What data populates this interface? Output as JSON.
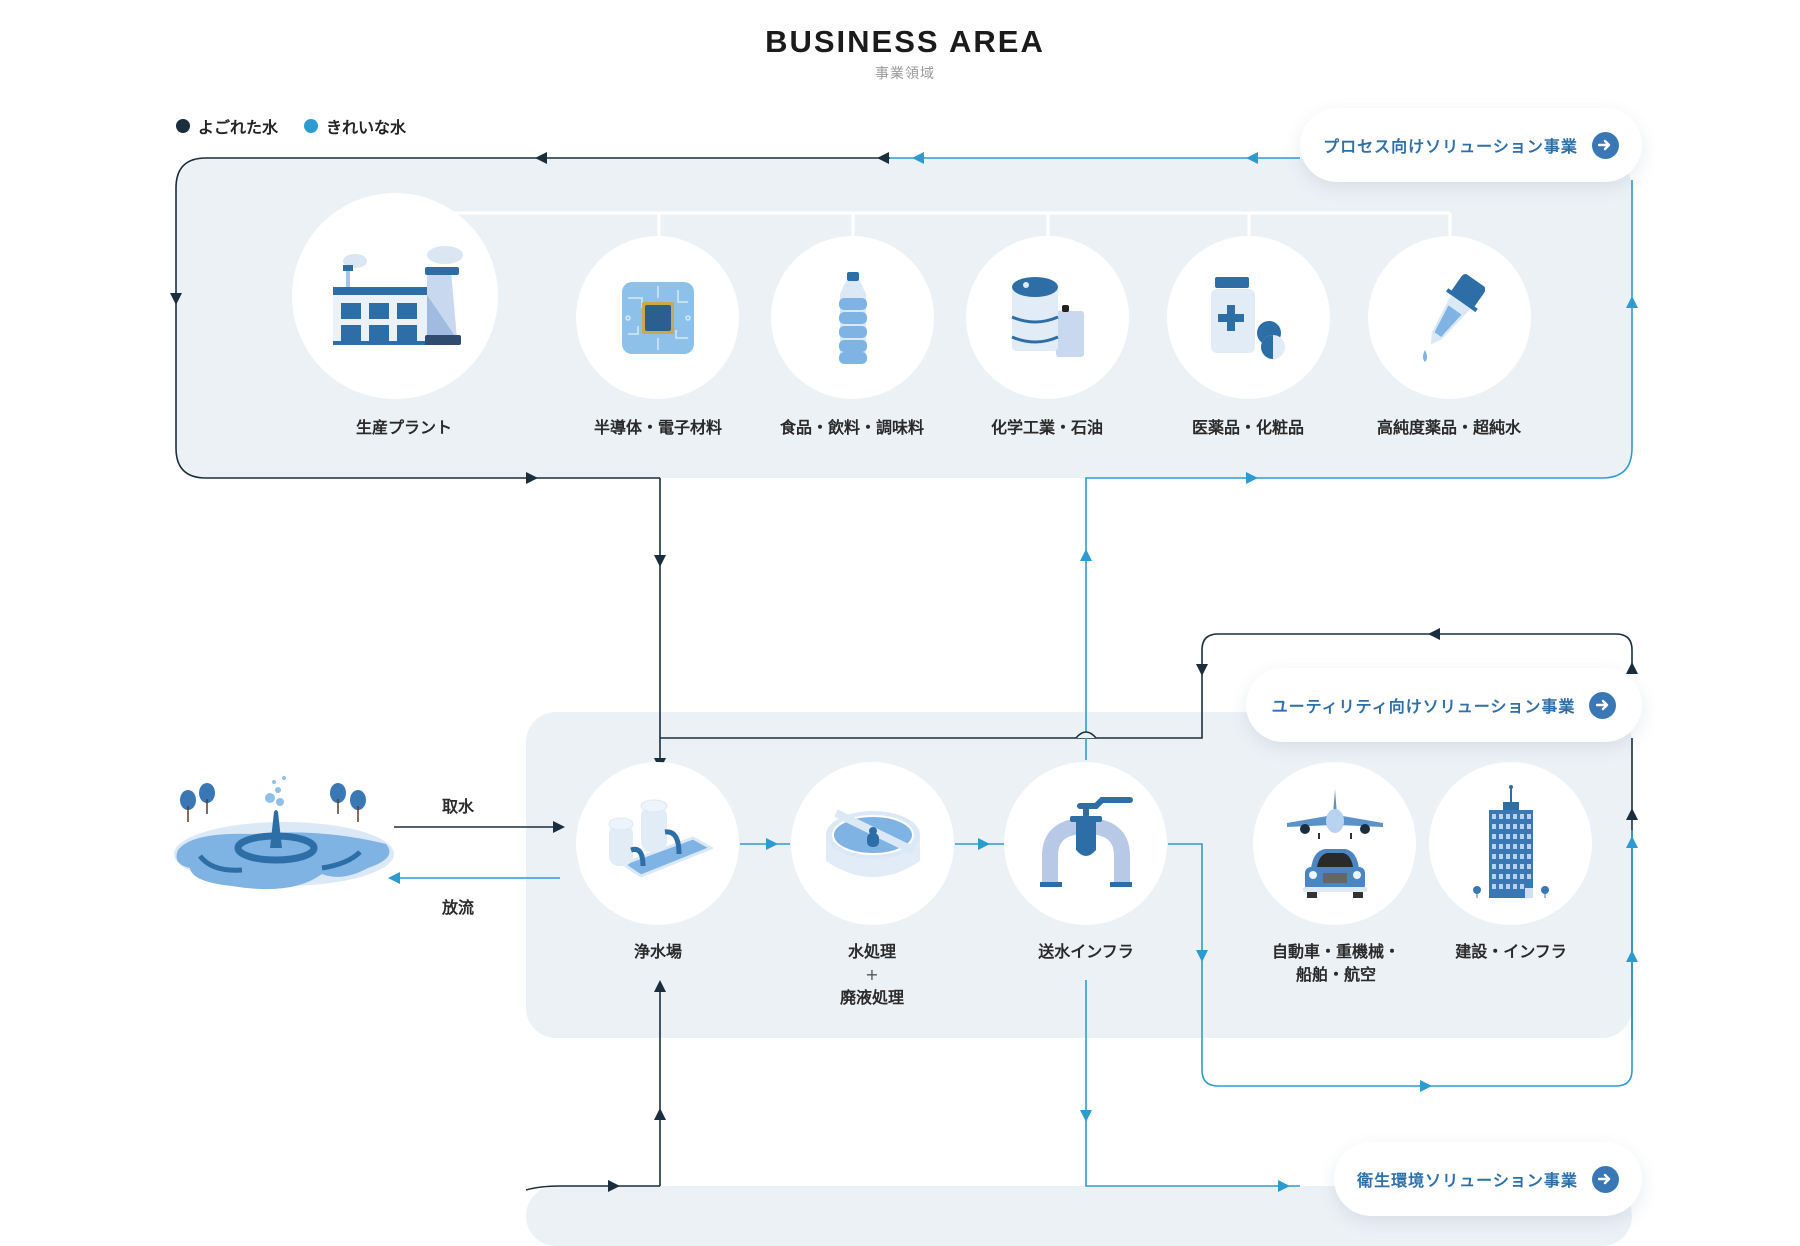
{
  "header": {
    "title": "BUSINESS AREA",
    "subtitle": "事業領域"
  },
  "legend": [
    {
      "label": "よごれた水",
      "color": "#1a2e3d"
    },
    {
      "label": "きれいな水",
      "color": "#2e9bd0"
    }
  ],
  "colors": {
    "dirty_water": "#1a2e3d",
    "clean_water": "#2e9bd0",
    "panel_bg": "#ecf1f6",
    "pill_text": "#2f6fa8",
    "pill_arrow_bg": "#3a78b5"
  },
  "process_section": {
    "link_label": "プロセス向けソリューション事業",
    "link_icon": "arrow-right-circle-icon",
    "items": [
      {
        "label": "生産プラント",
        "icon": "factory-icon"
      },
      {
        "label": "半導体・電子材料",
        "icon": "microchip-icon"
      },
      {
        "label": "食品・飲料・調味料",
        "icon": "water-bottle-icon"
      },
      {
        "label": "化学工業・石油",
        "icon": "oil-drum-icon"
      },
      {
        "label": "医薬品・化粧品",
        "icon": "medicine-icon"
      },
      {
        "label": "高純度薬品・超純水",
        "icon": "dropper-icon"
      }
    ]
  },
  "water_source": {
    "icon": "lake-fountain-icon",
    "intake_label": "取水",
    "discharge_label": "放流"
  },
  "utility_section": {
    "link_label": "ユーティリティ向けソリューション事業",
    "link_icon": "arrow-right-circle-icon",
    "items": [
      {
        "label": "浄水場",
        "icon": "water-purification-plant-icon"
      },
      {
        "label_lines": [
          "水処理",
          "+",
          "廃液処理"
        ],
        "icon": "clarifier-tank-icon"
      },
      {
        "label": "送水インフラ",
        "icon": "pipe-valve-icon"
      },
      {
        "label_lines": [
          "自動車・重機械・",
          "船舶・航空"
        ],
        "icon": "airplane-car-icon"
      },
      {
        "label": "建設・インフラ",
        "icon": "skyscraper-icon"
      }
    ]
  },
  "sanitation_section": {
    "link_label": "衛生環境ソリューション事業",
    "link_icon": "arrow-right-circle-icon"
  }
}
